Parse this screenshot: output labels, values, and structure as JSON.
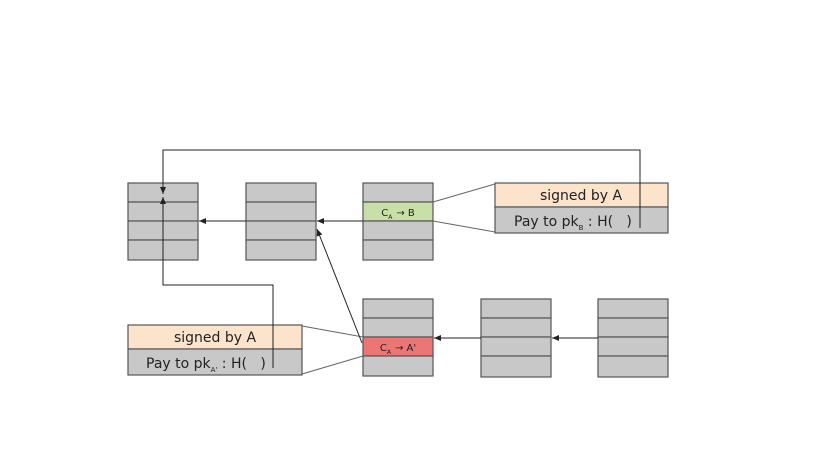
{
  "colors": {
    "block": "#c8c8c8",
    "signed": "#fbe3cc",
    "green": "#c9dfa8",
    "red": "#ec7676",
    "stroke": "#555555"
  },
  "tx_top": {
    "label_main": "C",
    "label_sub": "A",
    "label_rest": "→ B"
  },
  "tx_bottom": {
    "label_main": "C",
    "label_sub": "A",
    "label_rest": "→ A'"
  },
  "callout_top": {
    "signed": "signed by A",
    "pay_prefix": "Pay to pk",
    "pay_sub": "B",
    "pay_suffix": " : H(   )"
  },
  "callout_bottom": {
    "signed": "signed by A",
    "pay_prefix": "Pay to pk",
    "pay_sub": "A'",
    "pay_suffix": " : H(   )"
  }
}
